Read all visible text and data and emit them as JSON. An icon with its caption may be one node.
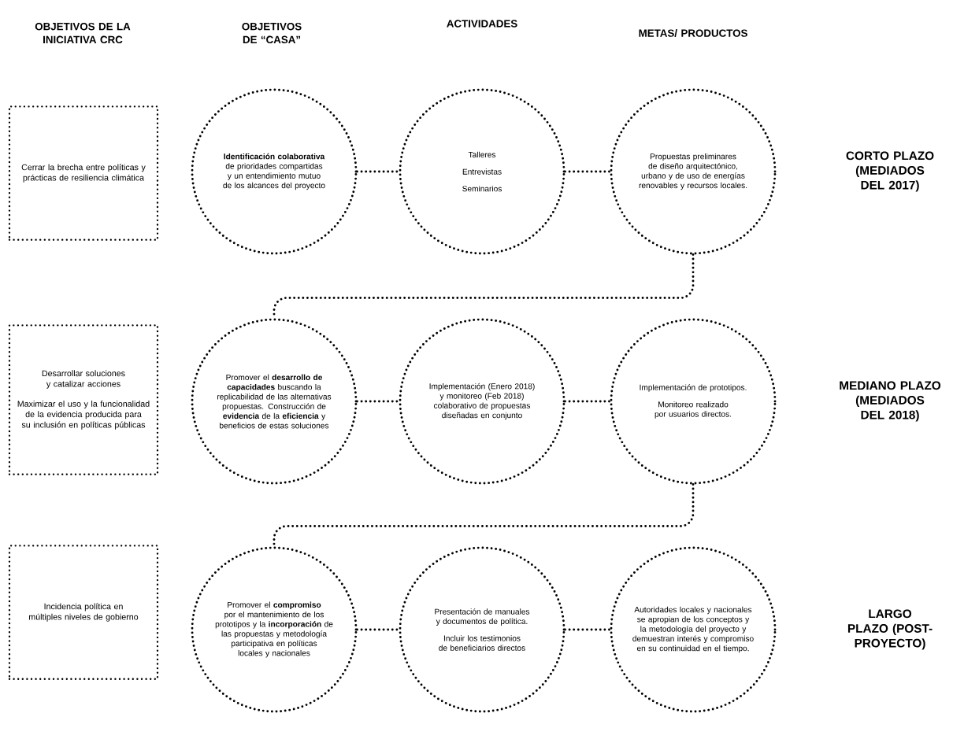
{
  "diagram": {
    "nodes": [
      {
        "text": [
          "Cerrar la brecha entre políticas y prácticas de resiliencia climática"
        ]
      },
      {
        "text": [
          "**Identificación colaborativa** de prioridades compartidas y un entendimiento mutuo de los alcances del proyecto"
        ]
      },
      {
        "text": [
          "Talleres",
          "Entrevistas",
          "Seminarios"
        ]
      },
      {
        "text": [
          "Propuestas preliminares de diseño arquitectónico, urbano y de uso de energías renovables y recursos locales."
        ]
      },
      {
        "text": [
          "Desarrollar soluciones y catalizar acciones",
          "Maximizar el uso y la funcionalidad de la evidencia producida para su inclusión en políticas públicas"
        ]
      },
      {
        "text": [
          "Promover el **desarrollo de capacidades** buscando la replicabilidad de las alternativas propuestas. Construcción de **evidencia** de la **eficiencia** y beneficios de estas soluciones"
        ]
      },
      {
        "text": [
          "Implementación (Enero 2018) y monitoreo (Feb 2018) colaborativo de propuestas diseñadas en conjunto"
        ]
      },
      {
        "text": [
          "Implementación de prototipos.",
          "Monitoreo realizado por usuarios directos."
        ]
      },
      {
        "text": [
          "Incidencia política en múltiples niveles de gobierno"
        ]
      },
      {
        "text": [
          "Promover el **compromiso** por el mantenimiento de los prototipos y la **incorporación** de las propuestas y metodología participativa en políticas locales y nacionales"
        ]
      },
      {
        "text": [
          "Presentación de manuales y documentos de política.",
          "Incluir los testimonios de beneficiarios directos"
        ]
      },
      {
        "text": [
          "Autoridades locales y nacionales se apropian de los conceptos y la metodología del proyecto y demuestran interés y compromiso en su continuidad en el tiempo."
        ]
      }
    ],
    "edges": [
      {
        "from": 1,
        "to": 2,
        "arrow": "none"
      },
      {
        "from": 2,
        "to": 3,
        "arrow": "none"
      },
      {
        "from": 3,
        "to": 5,
        "arrow": "none"
      },
      {
        "from": 5,
        "to": 6,
        "arrow": "none"
      },
      {
        "from": 6,
        "to": 7,
        "arrow": "none"
      },
      {
        "from": 7,
        "to": 9,
        "arrow": "none"
      },
      {
        "from": 9,
        "to": 10,
        "arrow": "none"
      },
      {
        "from": 10,
        "to": 11,
        "arrow": "none"
      }
    ],
    "labels": [
      "OBJETIVOS DE LA INICIATIVA CRC",
      "OBJETIVOS DE “CASA”",
      "ACTIVIDADES",
      "METAS/ PRODUCTOS",
      "CORTO PLAZO (MEDIADOS DEL 2017)",
      "MEDIANO PLAZO (MEDIADOS DEL 2018)",
      "LARGO PLAZO (POST-PROYECTO)"
    ]
  }
}
